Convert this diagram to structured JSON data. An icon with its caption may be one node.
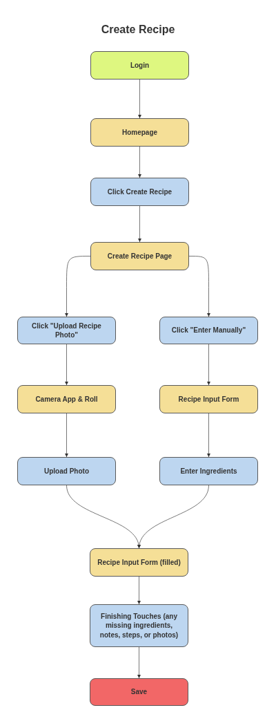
{
  "diagram": {
    "title": "Create Recipe",
    "nodes": [
      {
        "text": [
          "Login"
        ]
      },
      {
        "text": [
          "Homepage"
        ]
      },
      {
        "text": [
          "Click Create Recipe"
        ]
      },
      {
        "text": [
          "Create Recipe Page"
        ]
      },
      {
        "text": [
          "Click \"Upload Recipe Photo\""
        ]
      },
      {
        "text": [
          "Click \"Enter Manually\""
        ]
      },
      {
        "text": [
          "Camera App & Roll"
        ]
      },
      {
        "text": [
          "Recipe Input Form"
        ]
      },
      {
        "text": [
          "Upload Photo"
        ]
      },
      {
        "text": [
          "Enter Ingredients"
        ]
      },
      {
        "text": [
          "Recipe Input Form (filled)"
        ]
      },
      {
        "text": [
          "Finishing Touches (any missing ingredients, notes, steps, or photos)"
        ]
      },
      {
        "text": [
          "Save"
        ]
      }
    ],
    "edges": [
      {
        "from": 0,
        "to": 1,
        "arrow": "to"
      },
      {
        "from": 1,
        "to": 2,
        "arrow": "to"
      },
      {
        "from": 2,
        "to": 3,
        "arrow": "to"
      },
      {
        "from": 3,
        "to": 4,
        "arrow": "to"
      },
      {
        "from": 3,
        "to": 5,
        "arrow": "to"
      },
      {
        "from": 4,
        "to": 6,
        "arrow": "to"
      },
      {
        "from": 5,
        "to": 7,
        "arrow": "to"
      },
      {
        "from": 6,
        "to": 8,
        "arrow": "to"
      },
      {
        "from": 7,
        "to": 9,
        "arrow": "to"
      },
      {
        "from": 8,
        "to": 10,
        "arrow": "to"
      },
      {
        "from": 9,
        "to": 10,
        "arrow": "to"
      },
      {
        "from": 10,
        "to": 11,
        "arrow": "to"
      },
      {
        "from": 11,
        "to": 12,
        "arrow": "to"
      }
    ]
  }
}
